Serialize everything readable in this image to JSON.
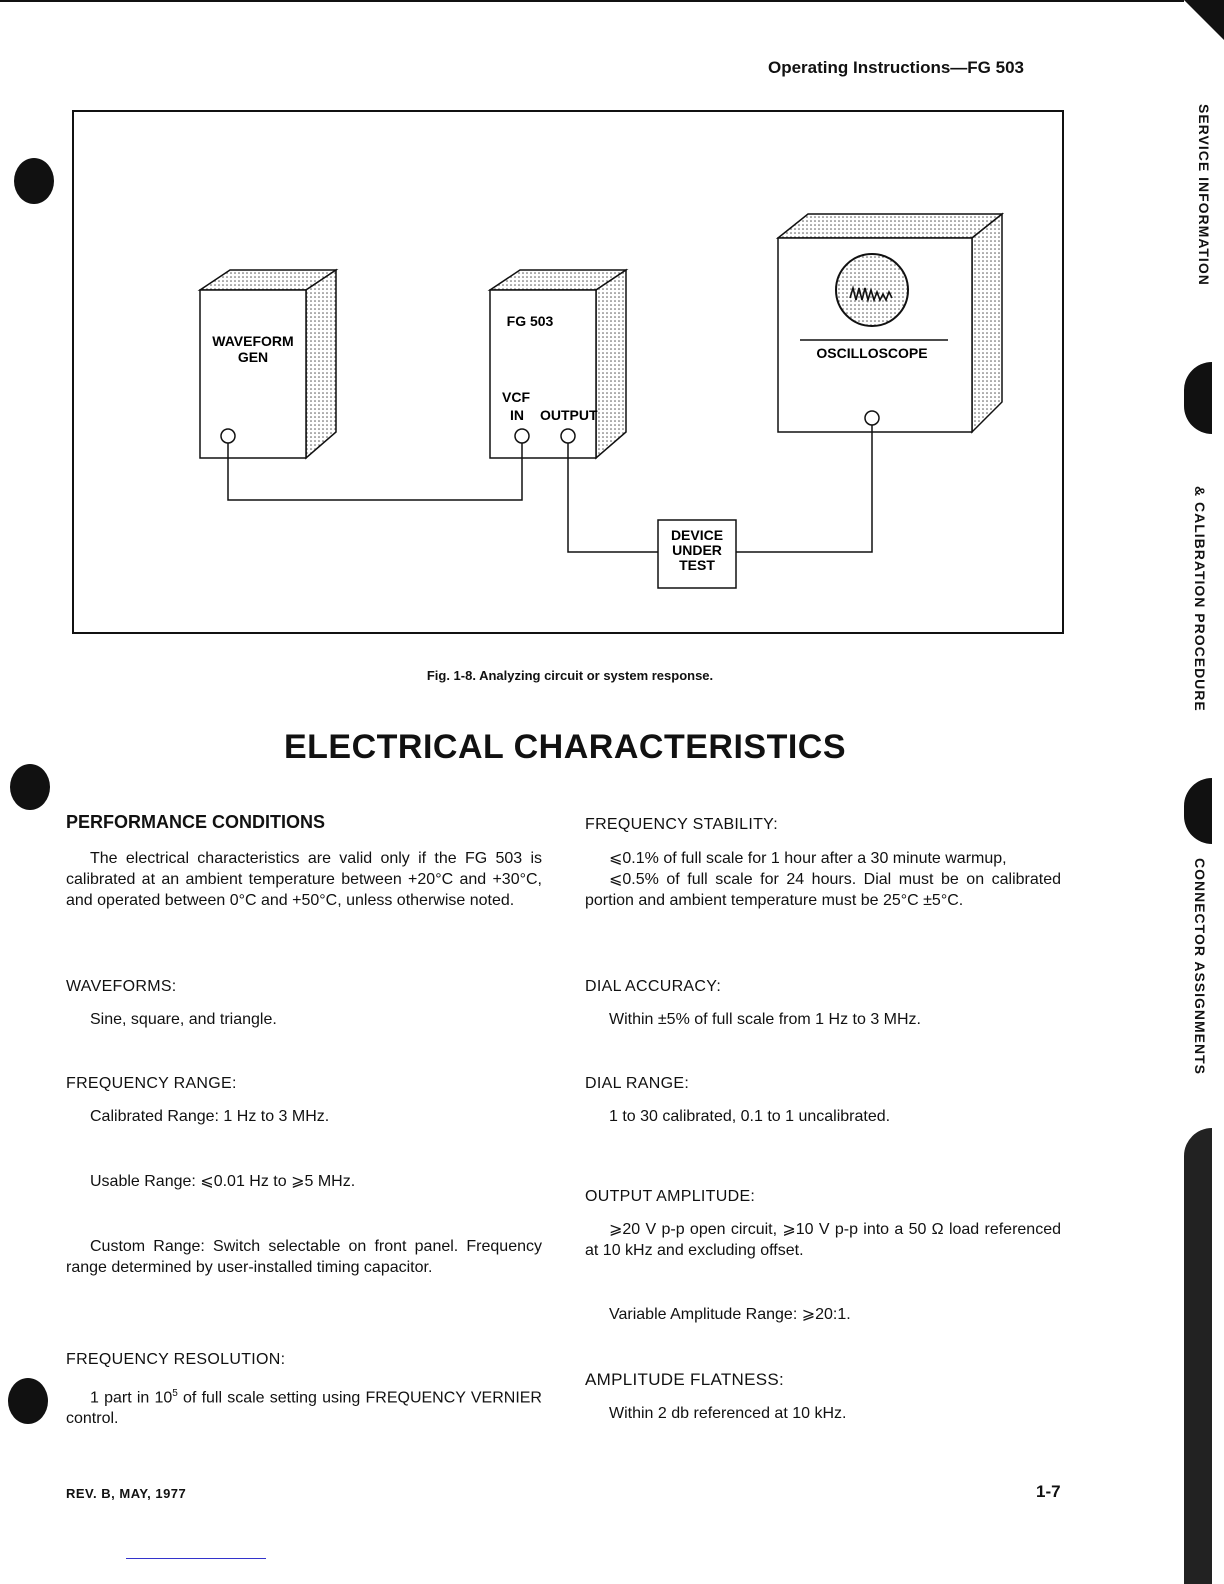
{
  "header": {
    "title": "Operating Instructions—FG 503"
  },
  "figure": {
    "labels": {
      "waveform_gen_line1": "WAVEFORM",
      "waveform_gen_line2": "GEN",
      "fg503": "FG 503",
      "vcf": "VCF",
      "vcf_in": "IN",
      "output": "OUTPUT",
      "oscilloscope": "OSCILLOSCOPE",
      "dut_line1": "DEVICE",
      "dut_line2": "UNDER",
      "dut_line3": "TEST"
    },
    "caption": "Fig. 1-8. Analyzing circuit or system response."
  },
  "section_title": "ELECTRICAL CHARACTERISTICS",
  "left_column": {
    "performance_heading": "PERFORMANCE CONDITIONS",
    "performance_text": "The electrical characteristics are valid only if the FG 503 is calibrated at an ambient temperature between +20°C and +30°C, and operated between 0°C and +50°C, unless otherwise noted.",
    "waveforms_heading": "WAVEFORMS:",
    "waveforms_text": "Sine, square, and triangle.",
    "freq_range_heading": "FREQUENCY RANGE:",
    "calibrated_range": "Calibrated Range: 1 Hz to 3 MHz.",
    "usable_range": "Usable Range: ⩽0.01 Hz to ⩾5 MHz.",
    "custom_range": "Custom Range: Switch selectable on front panel. Frequency range determined by user-installed timing capacitor.",
    "freq_resolution_heading": "FREQUENCY RESOLUTION:",
    "freq_resolution_pre": "1 part in 10",
    "freq_resolution_exp": "5",
    "freq_resolution_post": " of full scale setting using FREQUENCY VERNIER control."
  },
  "right_column": {
    "freq_stability_heading": "FREQUENCY STABILITY:",
    "freq_stability_1": "⩽0.1% of full scale for 1 hour after a 30 minute warmup,",
    "freq_stability_2": "⩽0.5% of full scale for 24 hours. Dial must be on calibrated portion and ambient temperature must be 25°C ±5°C.",
    "dial_accuracy_heading": "DIAL ACCURACY:",
    "dial_accuracy_text": "Within ±5% of full scale from 1 Hz to 3 MHz.",
    "dial_range_heading": "DIAL RANGE:",
    "dial_range_text": "1 to 30 calibrated, 0.1 to 1 uncalibrated.",
    "output_amp_heading": "OUTPUT AMPLITUDE:",
    "output_amp_text": "⩾20 V p-p open circuit, ⩾10 V p-p into a 50 Ω load referenced at 10 kHz and excluding offset.",
    "variable_amp": "Variable Amplitude Range: ⩾20:1.",
    "amp_flatness_heading": "AMPLITUDE FLATNESS:",
    "amp_flatness_text": "Within 2 db referenced at 10 kHz."
  },
  "footer": {
    "revision": "REV. B, MAY, 1977",
    "page_number": "1-7"
  },
  "side_tabs": {
    "service_info": "SERVICE INFORMATION",
    "calibration": "& CALIBRATION PROCEDURE",
    "connector": "CONNECTOR ASSIGNMENTS"
  }
}
